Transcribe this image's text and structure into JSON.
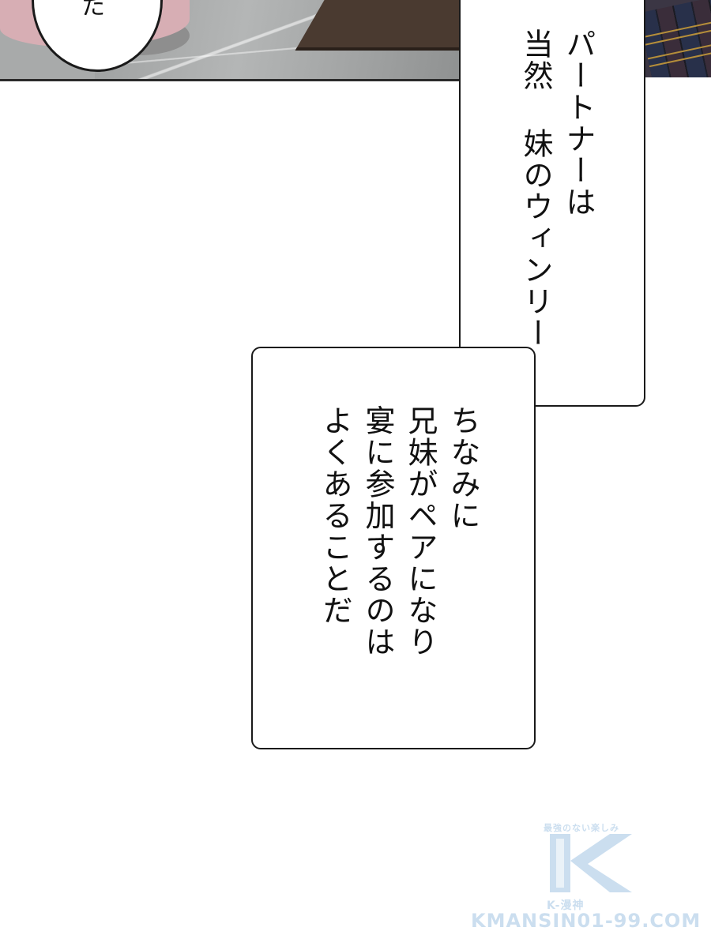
{
  "top_panel": {
    "bubble_text": "た"
  },
  "narration_one": {
    "lines": [
      "パートナーは",
      "当然 妹のウィンリー"
    ]
  },
  "narration_two": {
    "lines": [
      "ちなみに",
      "兄妹がペアになり",
      "宴に参加するのは",
      "よくあることだ"
    ]
  },
  "watermark": {
    "tagline": "最強のない楽しみ",
    "logo_letter": "K",
    "subtitle": "K-漫神",
    "domain": "KMANSIN01-99.COM"
  },
  "colors": {
    "watermark": "#c6dbee",
    "panel_gray": "#a8aaaa",
    "clothes_pink": "#d7aeb4",
    "border": "#1a1a1a"
  }
}
